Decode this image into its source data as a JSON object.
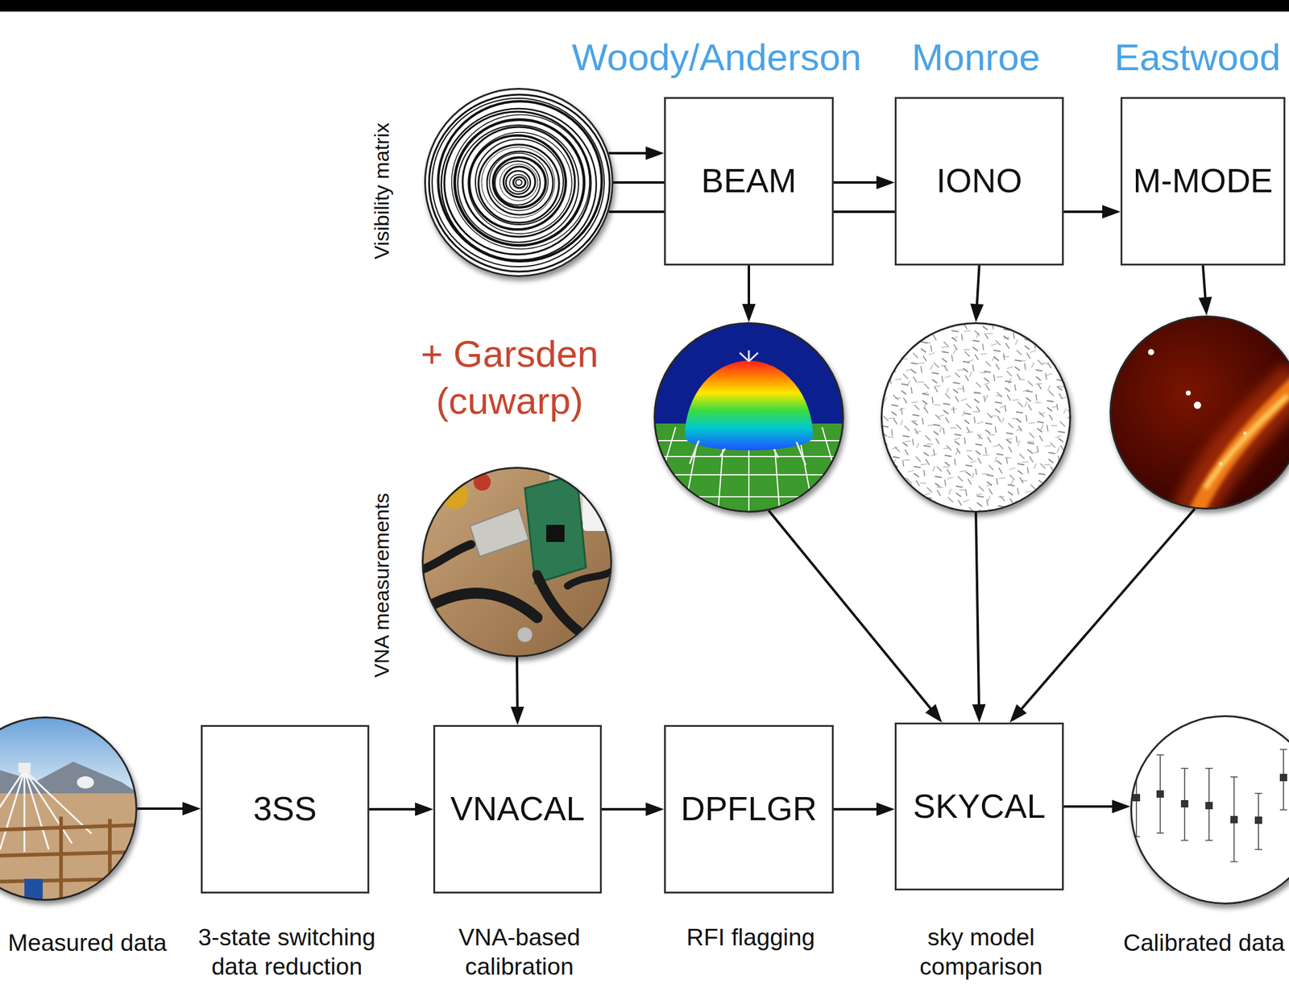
{
  "diagram": {
    "nodes": [
      {
        "text": [
          "Visibility matrix"
        ]
      },
      {
        "text": [
          "BEAM"
        ]
      },
      {
        "text": [
          "IONO"
        ]
      },
      {
        "text": [
          "M-MODE"
        ]
      },
      {
        "text": []
      },
      {
        "text": []
      },
      {
        "text": []
      },
      {
        "text": [
          "VNA measurements"
        ]
      },
      {
        "text": [
          "Measured data"
        ]
      },
      {
        "text": [
          "3SS",
          "3-state switching data reduction"
        ]
      },
      {
        "text": [
          "VNACAL",
          "VNA-based calibration"
        ]
      },
      {
        "text": [
          "DPFLGR",
          "RFI flagging"
        ]
      },
      {
        "text": [
          "SKYCAL",
          "sky model comparison"
        ]
      },
      {
        "text": [
          "Calibrated data"
        ]
      }
    ],
    "edges": [
      {
        "from": 0,
        "to": 1,
        "arrow": "to"
      },
      {
        "from": 0,
        "to": 2,
        "arrow": "to"
      },
      {
        "from": 0,
        "to": 3,
        "arrow": "to"
      },
      {
        "from": 1,
        "to": 4,
        "arrow": "to"
      },
      {
        "from": 2,
        "to": 5,
        "arrow": "to"
      },
      {
        "from": 3,
        "to": 6,
        "arrow": "to"
      },
      {
        "from": 4,
        "to": 12,
        "arrow": "to"
      },
      {
        "from": 5,
        "to": 12,
        "arrow": "to"
      },
      {
        "from": 6,
        "to": 12,
        "arrow": "to"
      },
      {
        "from": 7,
        "to": 10,
        "arrow": "to"
      },
      {
        "from": 8,
        "to": 9,
        "arrow": "to"
      },
      {
        "from": 9,
        "to": 10,
        "arrow": "to"
      },
      {
        "from": 10,
        "to": 11,
        "arrow": "to"
      },
      {
        "from": 11,
        "to": 12,
        "arrow": "to"
      },
      {
        "from": 12,
        "to": 13,
        "arrow": "to"
      }
    ],
    "labels": [
      "Woody/Anderson",
      "Monroe",
      "Eastwood",
      "+ Garsden (cuwarp)"
    ]
  }
}
